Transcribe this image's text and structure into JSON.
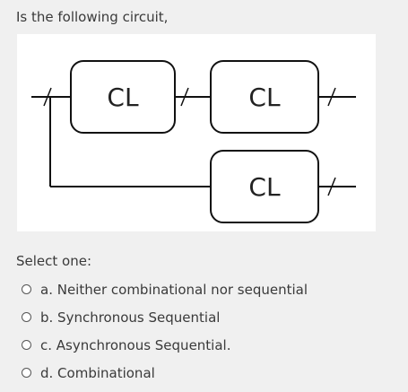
{
  "question": {
    "text": "Is the following circuit,"
  },
  "figure": {
    "block_label": "CL",
    "blocks": [
      "CL",
      "CL",
      "CL"
    ]
  },
  "prompt": {
    "select_one": "Select one:"
  },
  "options": [
    {
      "label": "a. Neither combinational nor sequential",
      "selected": false
    },
    {
      "label": "b. Synchronous Sequential",
      "selected": false
    },
    {
      "label": "c. Asynchronous Sequential.",
      "selected": false
    },
    {
      "label": "d. Combinational",
      "selected": false
    }
  ]
}
